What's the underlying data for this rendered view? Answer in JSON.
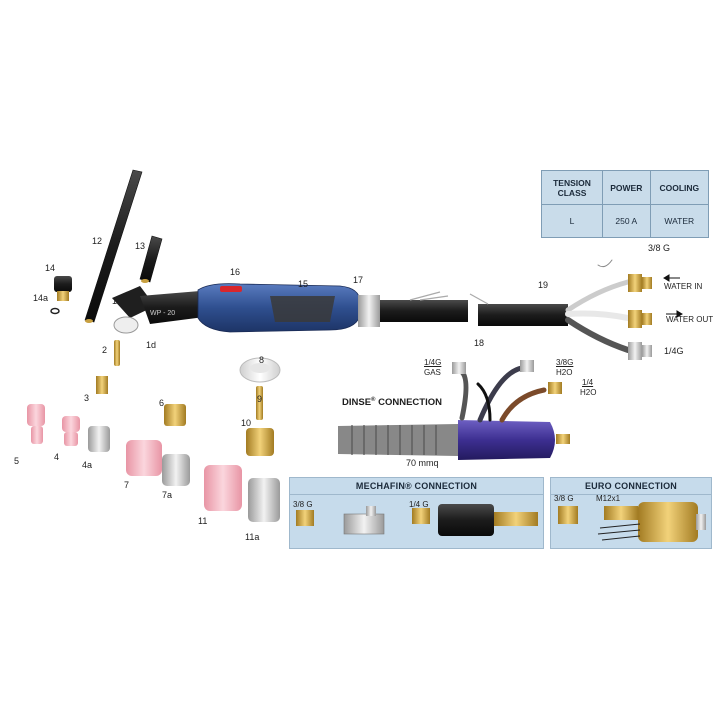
{
  "spec_table": {
    "headers": [
      "TENSION\nCLASS",
      "POWER",
      "COOLING"
    ],
    "values": [
      "L",
      "250 A",
      "WATER"
    ]
  },
  "torch": {
    "head_marking": "WP - 20"
  },
  "labels": {
    "p1": "1",
    "p1d": "1d",
    "p2": "2",
    "p3": "3",
    "p4": "4",
    "p4a": "4a",
    "p5": "5",
    "p6": "6",
    "p7": "7",
    "p7a": "7a",
    "p8": "8",
    "p9": "9",
    "p10": "10",
    "p11": "11",
    "p11a": "11a",
    "p12": "12",
    "p13": "13",
    "p14": "14",
    "p14a": "14a",
    "p15": "15",
    "p16": "16",
    "p17": "17",
    "p18": "18",
    "p19": "19"
  },
  "connections": {
    "fitting_top": "3/8 G",
    "water_in": "WATER IN",
    "water_out": "WATER OUT",
    "gas_fitting": "1/4G"
  },
  "dinse": {
    "title": "DINSE",
    "reg": "®",
    "title_rest": " CONNECTION",
    "gas_size": "1/4G",
    "gas_label": "GAS",
    "h2o_size_1": "3/8G",
    "h2o_label_1": "H2O",
    "h2o_size_2": "1/4",
    "h2o_label_2": "H2O",
    "plug_size": "70 mmq"
  },
  "mechafin": {
    "title": "MECHAFIN® CONNECTION",
    "size_a": "3/8 G",
    "size_b": "1/4 G"
  },
  "euro": {
    "title": "EURO CONNECTION",
    "size_a": "3/8 G",
    "size_b": "M12x1"
  },
  "colors": {
    "panel_bg": "#c6dbeb",
    "torch_blue": "#2f4f8f",
    "brass": "#d8b34a",
    "ceramic_pink": "#f3b9c4",
    "steel": "#c8c8c8",
    "cable_black": "#1c1c1c",
    "accent_red": "#d8262c"
  }
}
